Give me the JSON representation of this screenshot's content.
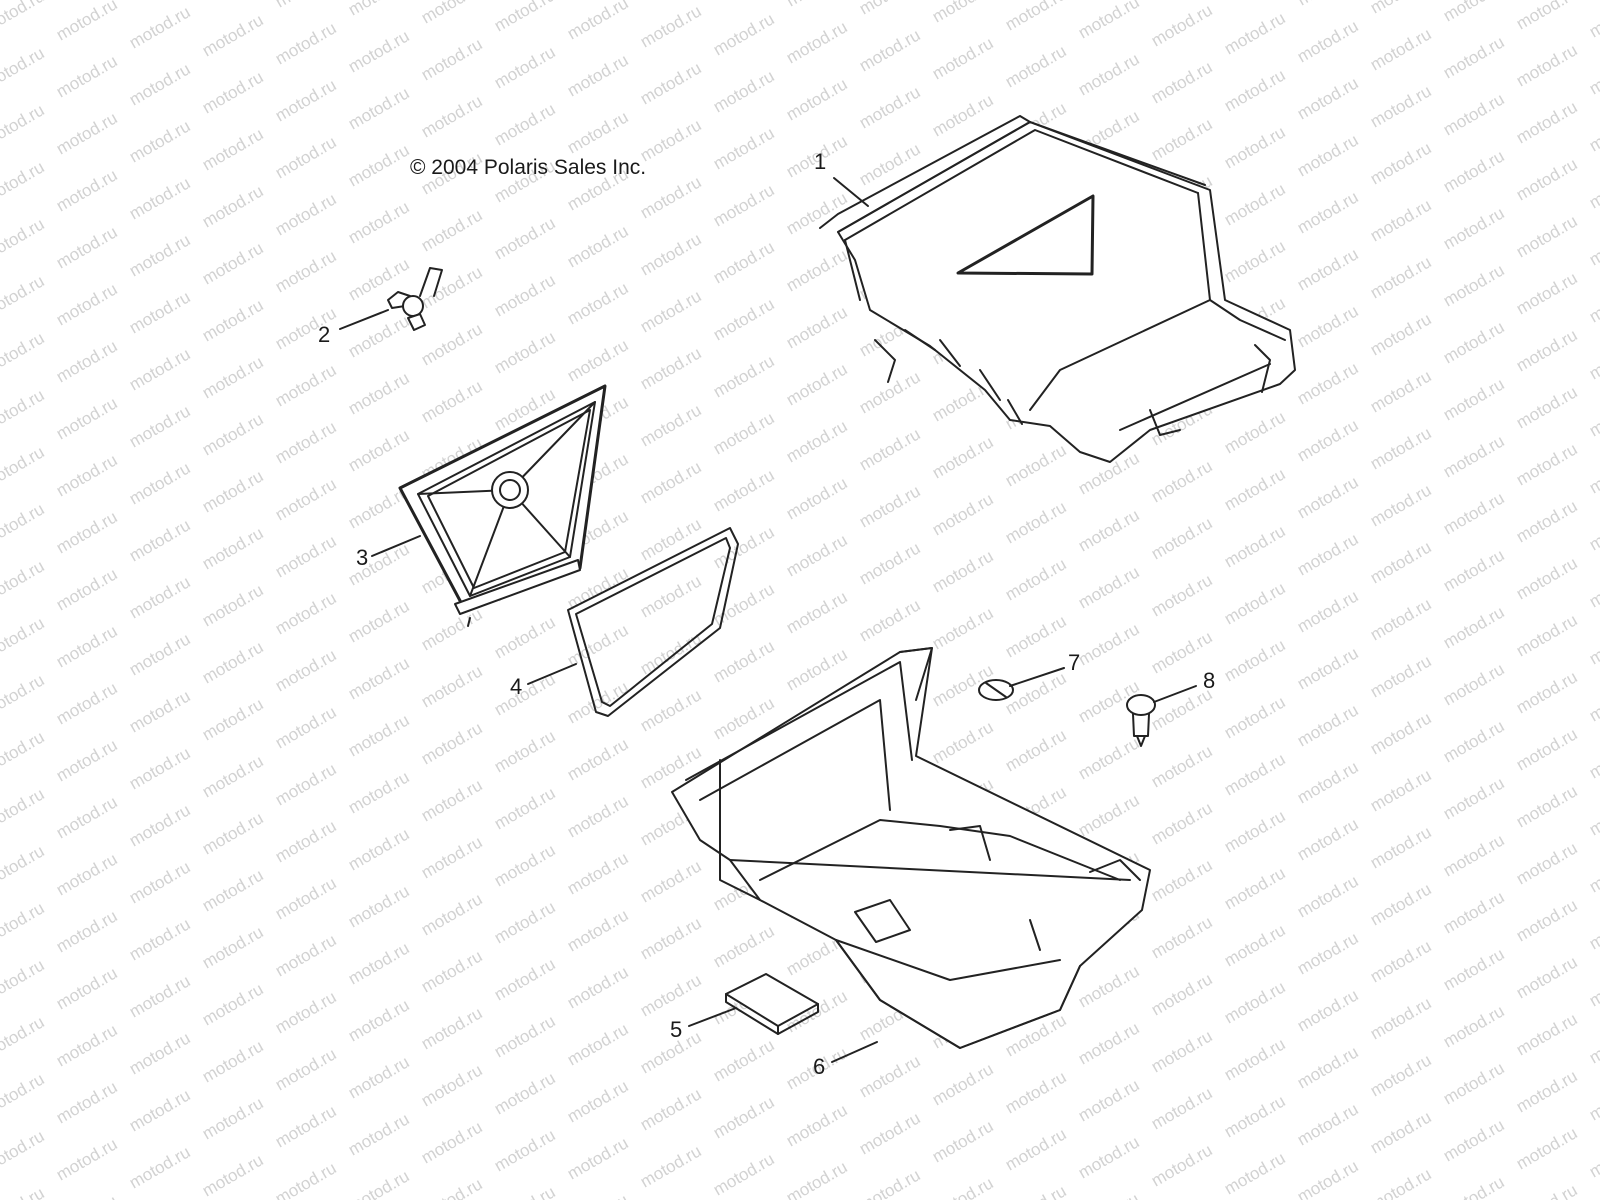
{
  "diagram": {
    "copyright": "© 2004 Polaris Sales Inc.",
    "watermark_text": "motod.ru",
    "callouts": [
      {
        "id": "1",
        "label": "1"
      },
      {
        "id": "2",
        "label": "2"
      },
      {
        "id": "3",
        "label": "3"
      },
      {
        "id": "4",
        "label": "4"
      },
      {
        "id": "5",
        "label": "5"
      },
      {
        "id": "6",
        "label": "6"
      },
      {
        "id": "7",
        "label": "7"
      },
      {
        "id": "8",
        "label": "8"
      }
    ]
  }
}
